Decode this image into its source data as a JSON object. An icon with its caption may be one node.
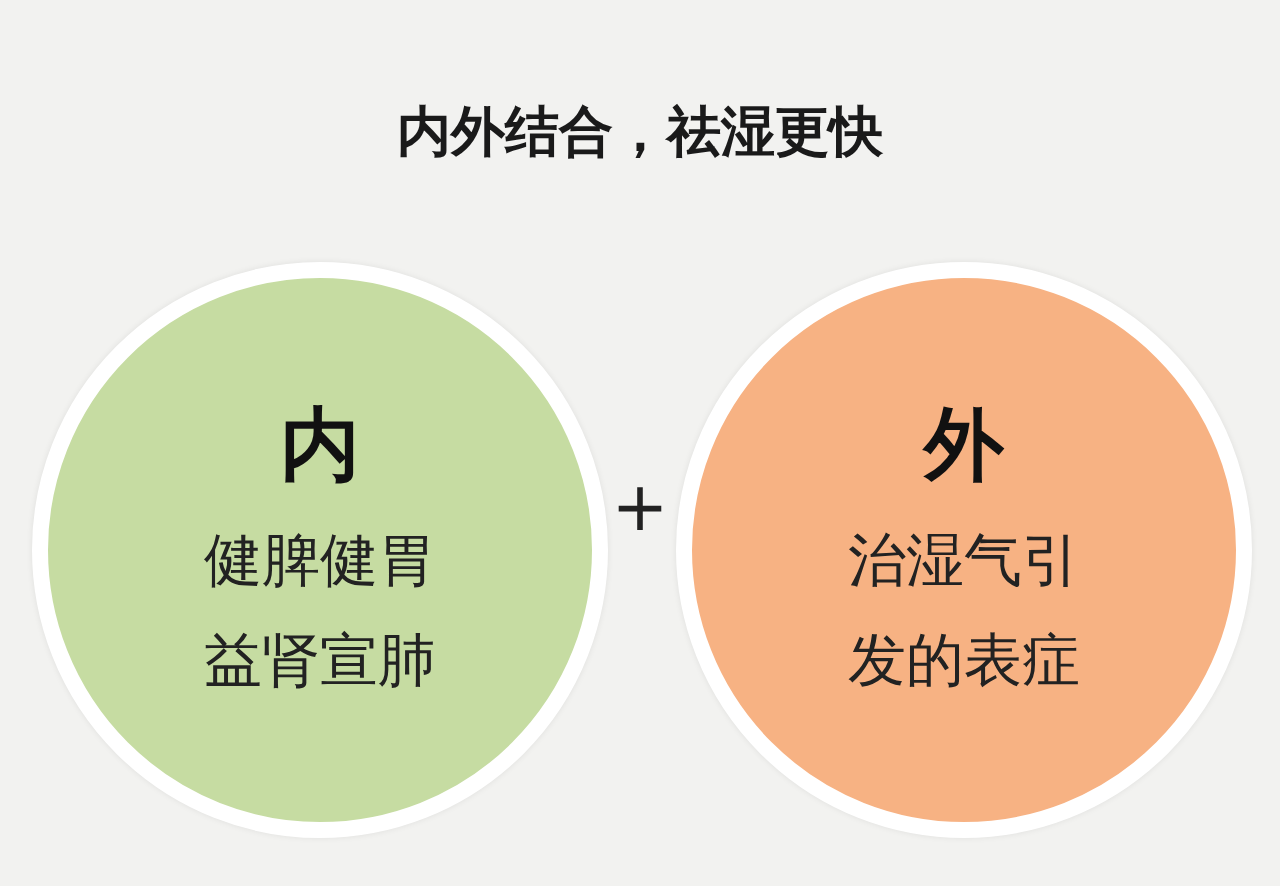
{
  "diagram": {
    "title": "内外结合，祛湿更快",
    "nodes": [
      {
        "text": [
          "内",
          "健脾健胃益肾宣肺"
        ]
      },
      {
        "text": [
          "外",
          "治湿气引发的表症"
        ]
      }
    ],
    "labels": [
      "+"
    ]
  }
}
